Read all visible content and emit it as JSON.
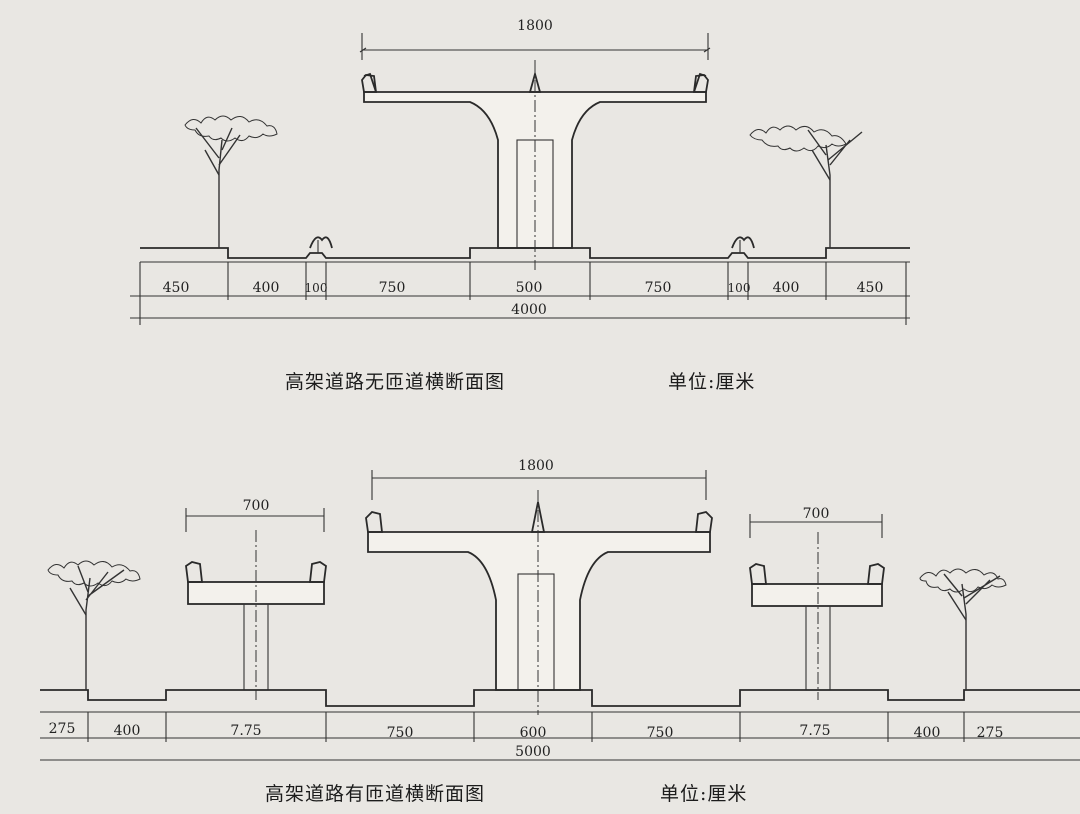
{
  "top_diagram": {
    "caption": "高架道路无匝道横断面图",
    "unit_label": "单位:厘米",
    "deck_width": "1800",
    "total_width": "4000",
    "segments": [
      "450",
      "400",
      "100",
      "750",
      "500",
      "750",
      "100",
      "400",
      "450"
    ]
  },
  "bottom_diagram": {
    "caption": "高架道路有匝道横断面图",
    "unit_label": "单位:厘米",
    "deck_width": "1800",
    "ramp_left_width": "700",
    "ramp_right_width": "700",
    "total_width": "5000",
    "segments": [
      "275",
      "400",
      "7.75",
      "750",
      "600",
      "750",
      "7.75",
      "400",
      "275"
    ]
  }
}
